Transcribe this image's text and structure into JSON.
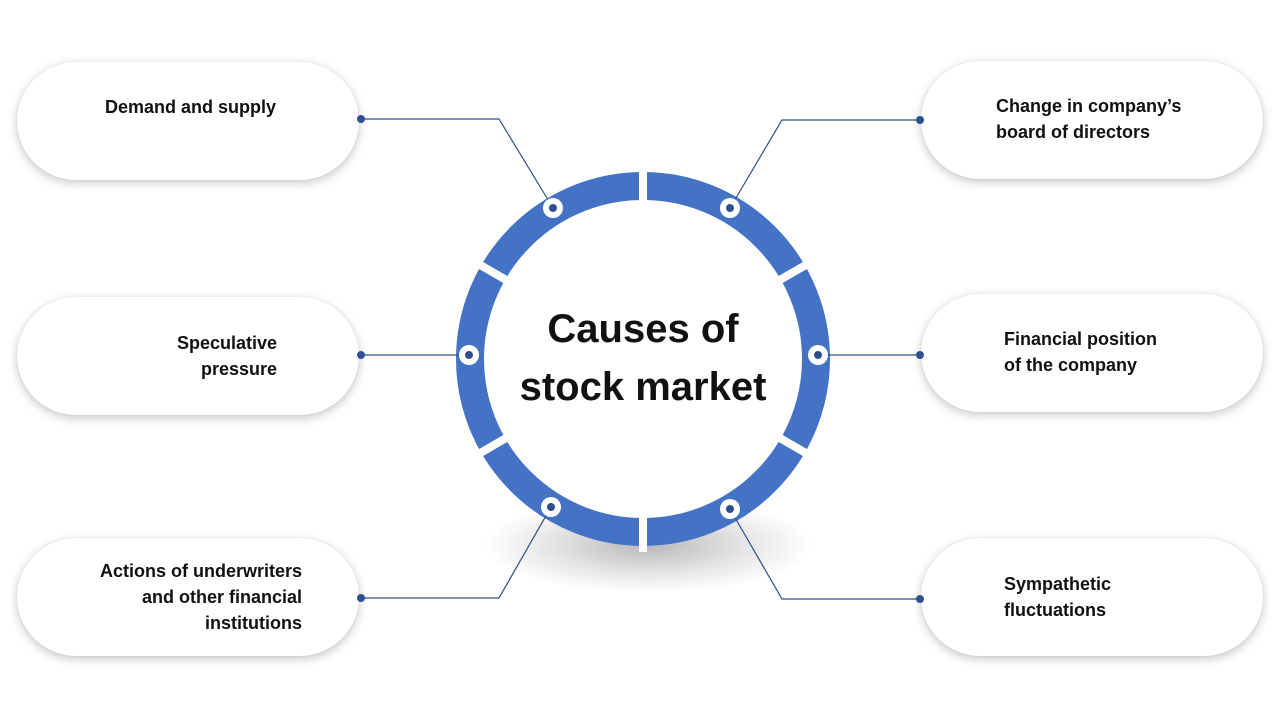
{
  "diagram": {
    "title_lines": [
      "Causes of",
      "stock market"
    ],
    "causes": [
      {
        "id": "demand",
        "lines": [
          "Demand and supply"
        ]
      },
      {
        "id": "speculative",
        "lines": [
          "Speculative",
          "pressure"
        ]
      },
      {
        "id": "underwriters",
        "lines": [
          "Actions of underwriters",
          "and other financial",
          "institutions"
        ]
      },
      {
        "id": "board",
        "lines": [
          "Change in company’s",
          "board of directors"
        ]
      },
      {
        "id": "financial",
        "lines": [
          "Financial position",
          "of the company"
        ]
      },
      {
        "id": "sympathetic",
        "lines": [
          "Sympathetic",
          "fluctuations"
        ]
      }
    ],
    "colors": {
      "ring": "#4472c4",
      "connector": "#2f4f8f",
      "text": "#111111",
      "background": "#ffffff"
    }
  }
}
